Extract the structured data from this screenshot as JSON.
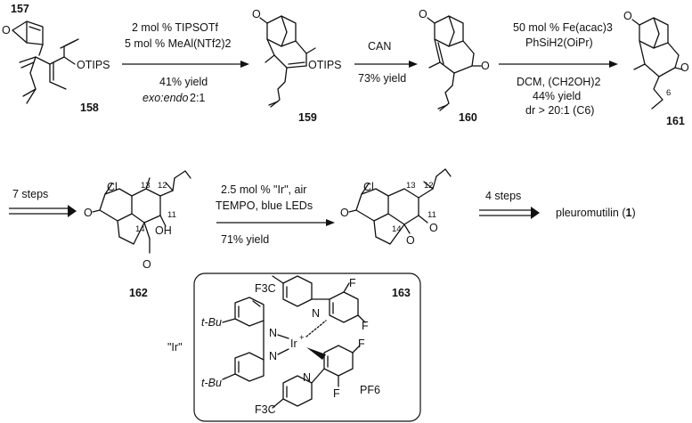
{
  "compounds": {
    "c157": "157",
    "c158": "158",
    "c159": "159",
    "c160": "160",
    "c161": "161",
    "c162": "162",
    "c163": "163"
  },
  "atom_labels": {
    "O": "O",
    "OTIPS": "OTIPS",
    "Cl": "Cl",
    "OH": "OH",
    "N": "N",
    "Ir": "Ir",
    "F": "F",
    "tBu": "t-Bu",
    "CF3": "F3C",
    "PF6": "PF6",
    "n6": "6",
    "n11": "11",
    "n12": "12",
    "n13": "13",
    "n14": "14"
  },
  "steps": {
    "step1_line1": "2 mol % TIPSOTf",
    "step1_line2": "5 mol % MeAl(NTf2)2",
    "step1_yield": "41% yield",
    "step1_ratio_label": "exo:endo",
    "step1_ratio": "2:1",
    "step2_reagent": "CAN",
    "step2_yield": "73% yield",
    "step3_line1": "50 mol % Fe(acac)3",
    "step3_line2": "PhSiH2(OiPr)",
    "step3_line3": "DCM, (CH2OH)2",
    "step3_yield": "44% yield",
    "step3_dr": "dr > 20:1 (C6)",
    "step4_label": "7 steps",
    "step5_line1": "2.5 mol % \"Ir\", air",
    "step5_line2": "TEMPO, blue LEDs",
    "step5_yield": "71% yield",
    "step6_label": "4 steps"
  },
  "product": {
    "name": "pleuromutilin (",
    "number": "1",
    "close": ")"
  },
  "catalyst": {
    "label": "\"Ir\""
  },
  "colors": {
    "ink": "#111111",
    "background": "#ffffff"
  }
}
